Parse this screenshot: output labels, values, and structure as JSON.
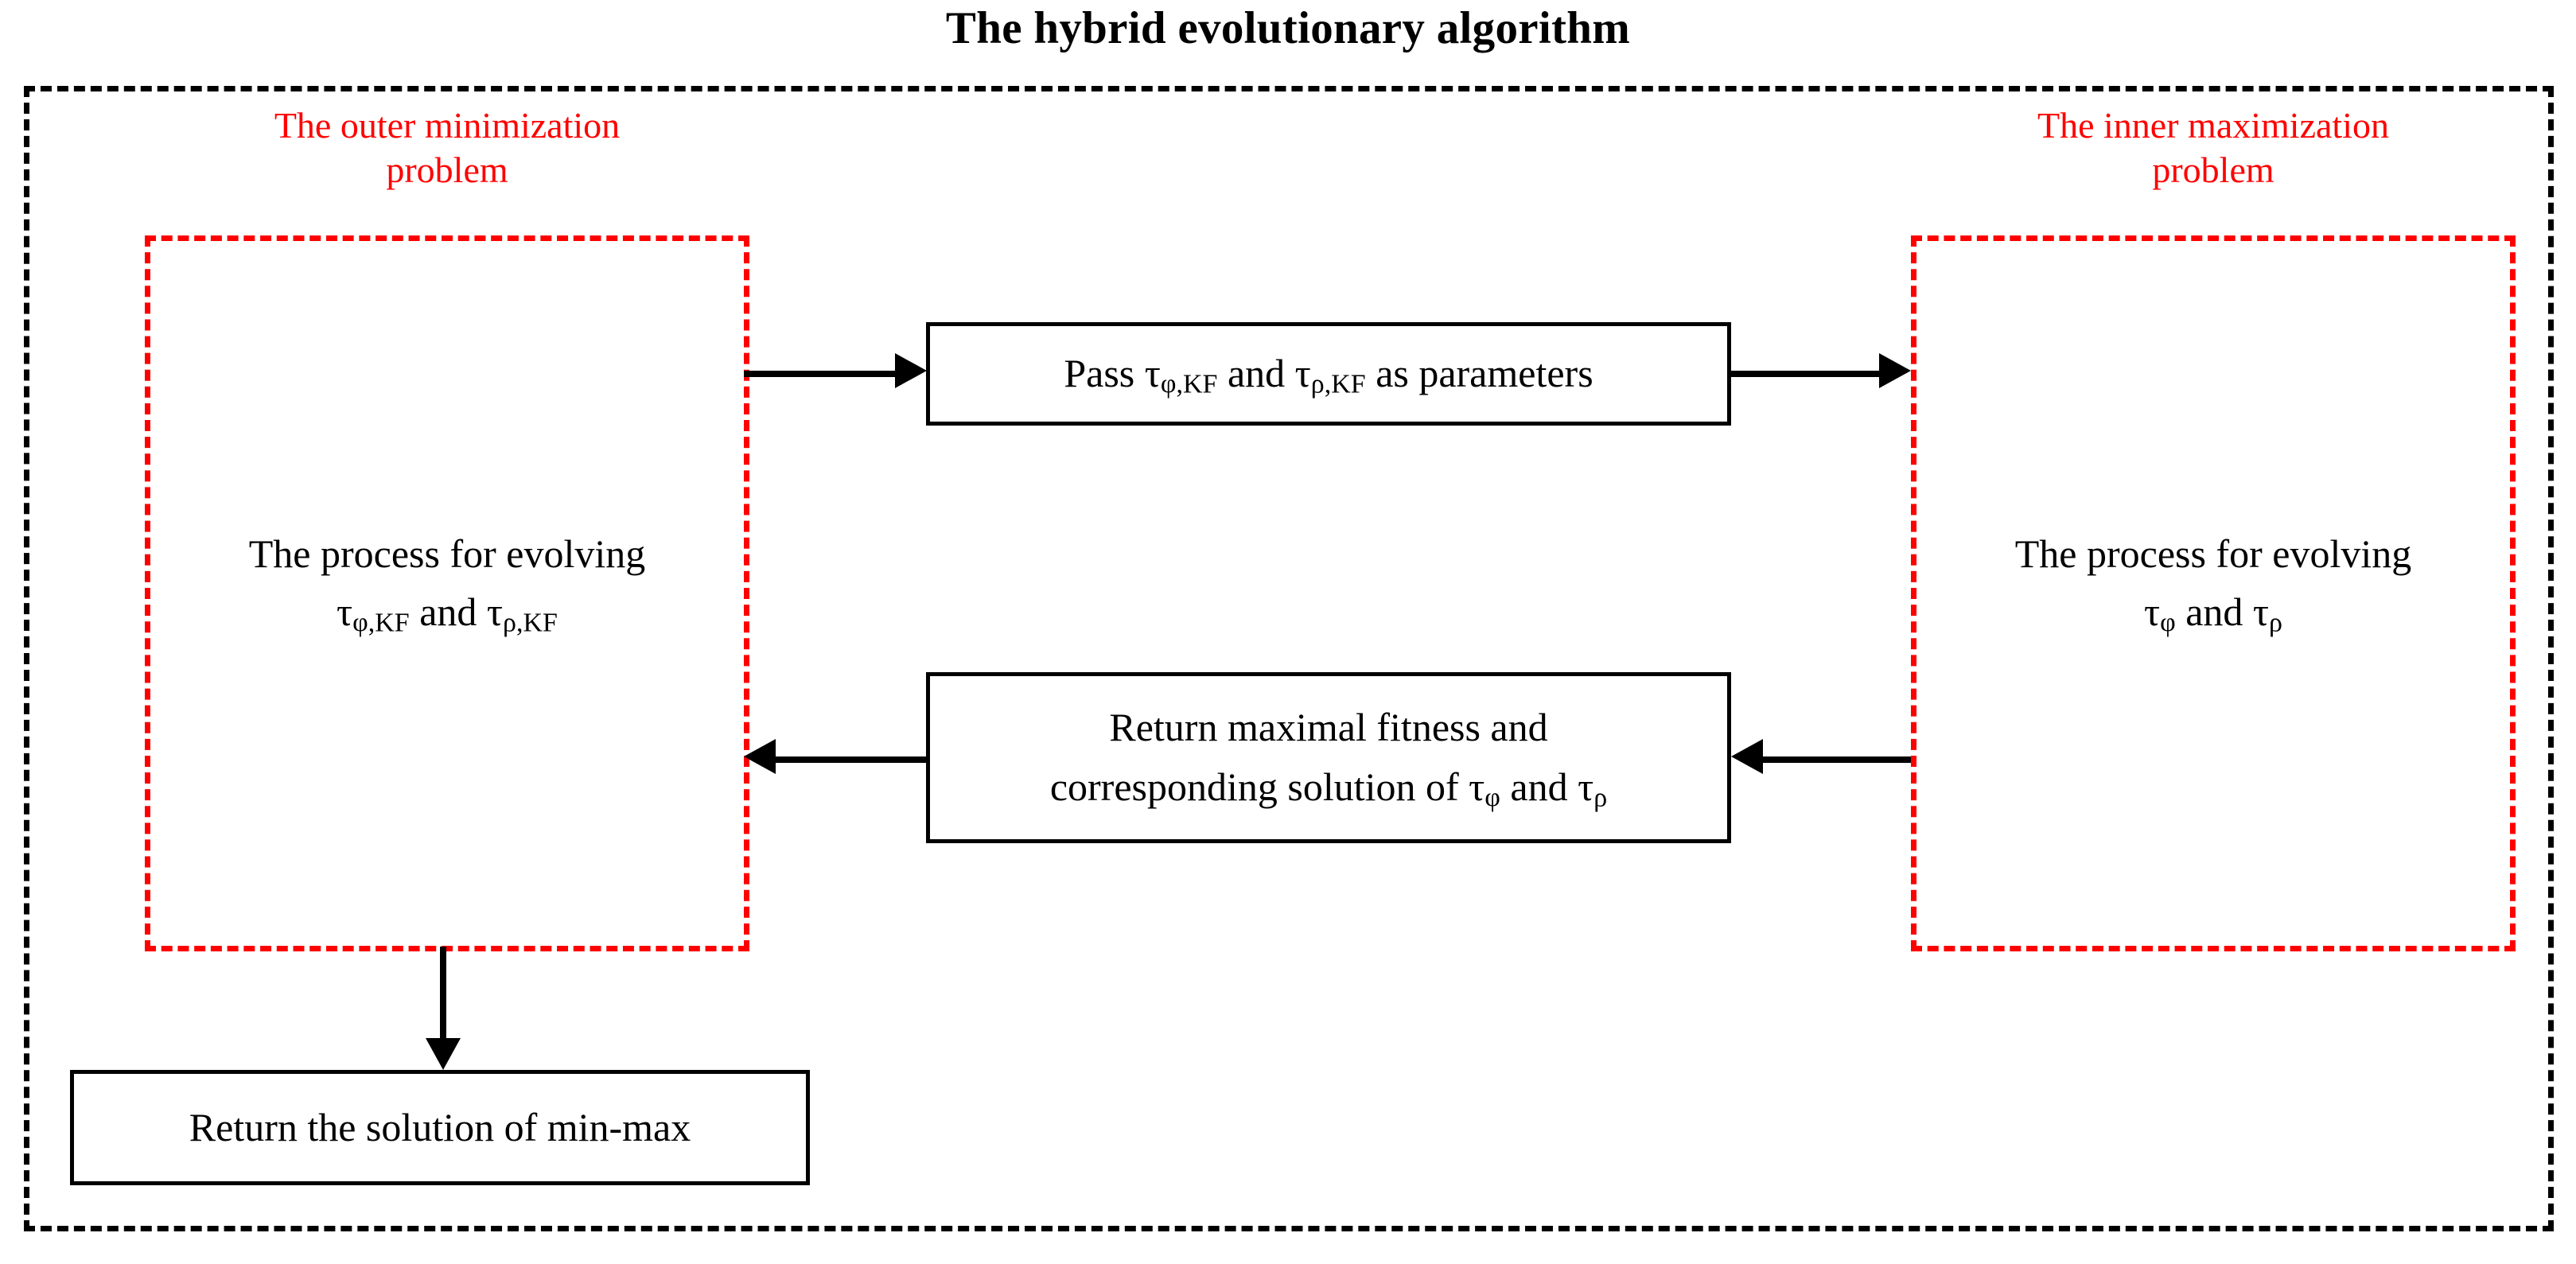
{
  "title": "The hybrid evolutionary algorithm",
  "colors": {
    "group_accent": "#ff0000",
    "line": "#000000",
    "background": "#ffffff"
  },
  "groups": {
    "left": {
      "caption_line1": "The outer minimization",
      "caption_line2": "problem",
      "caption_full": "The outer minimization problem",
      "process_line1": "The process for evolving",
      "process_line2": "τφ,KF and τρ,KF",
      "process_full": "The process for evolving τφ,KF and τρ,KF"
    },
    "right": {
      "caption_line1": "The inner maximization",
      "caption_line2": "problem",
      "caption_full": "The inner maximization problem",
      "process_line1": "The process for evolving",
      "process_line2": "τφ and τρ",
      "process_full": "The process for evolving τφ and τρ"
    }
  },
  "boxes": {
    "pass": {
      "text": "Pass τφ,KF and τρ,KF as parameters",
      "prefix": "Pass ",
      "tau1": "τ",
      "tau1_sub": "φ,KF",
      "middle": " and ",
      "tau2": "τ",
      "tau2_sub": "ρ,KF",
      "suffix": " as parameters"
    },
    "return": {
      "text": "Return maximal fitness and corresponding solution of τφ and τρ",
      "line1": "Return maximal fitness and",
      "line2_prefix": "corresponding solution of ",
      "tau1": "τ",
      "tau1_sub": "φ",
      "line2_middle": " and ",
      "tau2": "τ",
      "tau2_sub": "ρ"
    },
    "final": {
      "text": "Return the solution of min-max"
    }
  },
  "arrows": [
    {
      "name": "left-group-to-pass-box",
      "direction": "right"
    },
    {
      "name": "pass-box-to-right-group",
      "direction": "right"
    },
    {
      "name": "return-box-to-left-group",
      "direction": "left"
    },
    {
      "name": "right-group-to-return-box",
      "direction": "left"
    },
    {
      "name": "left-group-to-final-box",
      "direction": "down"
    }
  ]
}
